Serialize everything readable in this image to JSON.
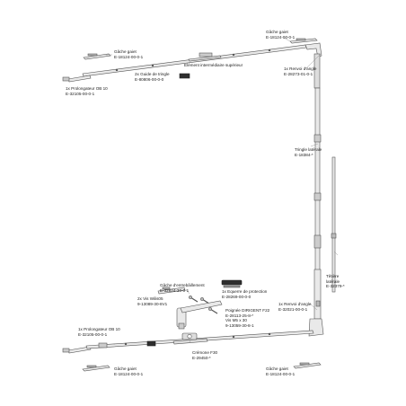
{
  "colors": {
    "part_fill": "#e9e9e9",
    "part_stroke": "#555555",
    "dark": "#2e2e2e",
    "leader": "#888888"
  },
  "labels": {
    "gache_gaiet_tl": {
      "name": "Gâche gaiet",
      "ref": "E-18124-00-0-1"
    },
    "gache_gaiet_tr": {
      "name": "Gâche gaiet",
      "ref": "E-18124-00-0-1"
    },
    "element_superieur": {
      "name": "Elément intermédiaire supérieur"
    },
    "guide_tringle": {
      "name": "2x Guide de tringle",
      "ref": "E-80806-00-0-0"
    },
    "prolongateur_top": {
      "name": "1x Prolongateur OB 10",
      "ref": "E-32105-00-0-1"
    },
    "renvoi_top": {
      "name": "1x Renvoi d'angle",
      "ref": "E-28273-01-0-1"
    },
    "tringle_laterale": {
      "name": "Tringle latérale",
      "ref": "E-18384-*"
    },
    "tetiere_laterale": {
      "name": "Têtière latérale",
      "ref": "E-32379-*"
    },
    "renvoi_bottom": {
      "name": "1x Renvoi d'angle",
      "ref": "E-32021-00-0-1"
    },
    "gache_entrebaillement": {
      "name": "Gâche d'entrebâillement",
      "ref": "E-32824-30-0-1"
    },
    "equerre_protection": {
      "name": "1x Equerre de protection",
      "ref": "E-28269-00-0-0"
    },
    "vis": {
      "name": "2x Vis Wilis05",
      "ref": "9-13089-30-8V1"
    },
    "poignee": {
      "name": "Poignée DIRIGENT F22",
      "ref": "E-28113-25-8-*",
      "screw": "Vis M5 x 30",
      "screw_ref": "9-13059-30-8-1"
    },
    "prolongateur_bottom": {
      "name": "1x Prolongateur OB 10",
      "ref": "E-32105-00-0-1"
    },
    "cremone": {
      "name": "Crémone F30",
      "ref": "E-29450-*"
    },
    "gache_gaiet_bl": {
      "name": "Gâche gaiet",
      "ref": "E-18124-00-0-1"
    },
    "gache_gaiet_br": {
      "name": "Gâche gaiet",
      "ref": "E-18124-00-0-1"
    }
  }
}
